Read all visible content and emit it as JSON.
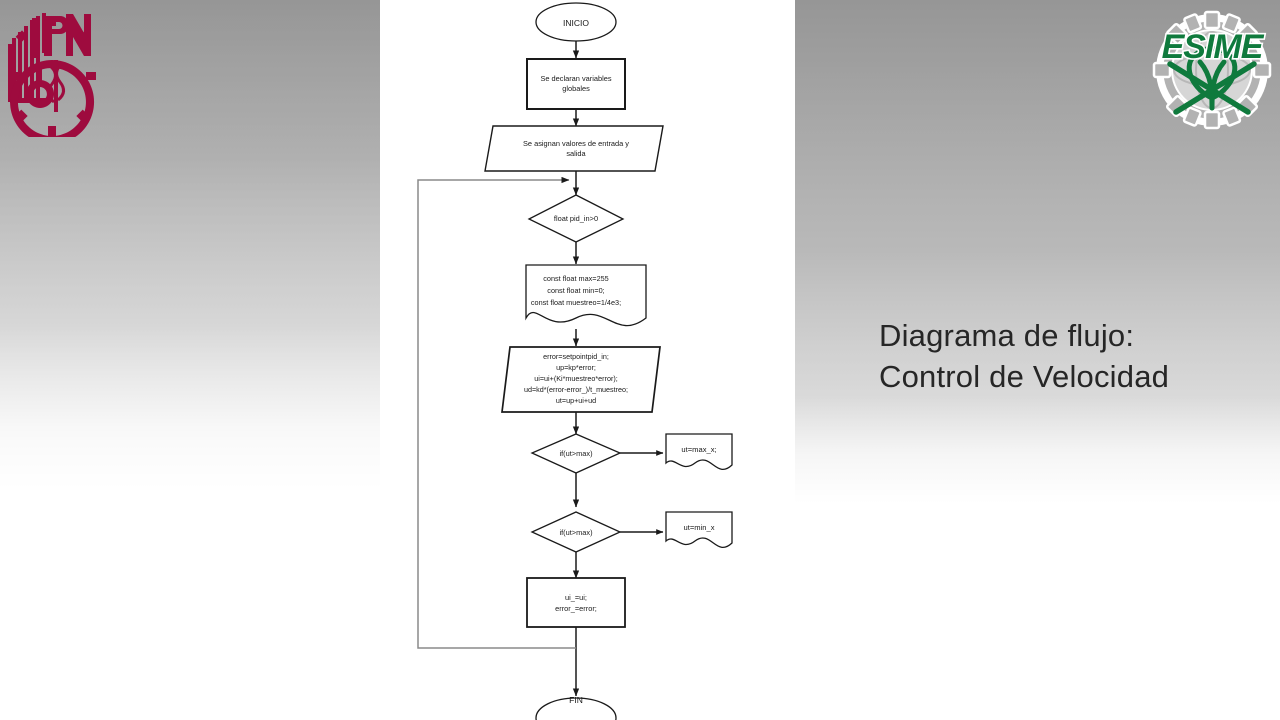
{
  "slide": {
    "title_lines": "Diagrama de flujo:\nControl de Velocidad",
    "background": {
      "top_color": "#969696",
      "bottom_color": "#ffffff",
      "panel_color": "#ffffff"
    }
  },
  "logos": {
    "left": {
      "name": "ipn-logo",
      "alt": "IPN",
      "letters": "IPN",
      "color": "#9e0b3e"
    },
    "right": {
      "name": "esime-logo",
      "alt": "ESIME",
      "letters": "ESIME",
      "color": "#0f7a3d",
      "gear_color": "#b0b0b0"
    }
  },
  "chart_data": {
    "type": "diagram",
    "diagram_kind": "flowchart",
    "title": "Diagrama de flujo: Control de Velocidad",
    "nodes": [
      {
        "id": "n1",
        "shape": "ellipse",
        "text": "INICIO"
      },
      {
        "id": "n2",
        "shape": "process",
        "text": "Se declaran variables\nglobales"
      },
      {
        "id": "n3",
        "shape": "parallelogram",
        "text": "Se asignan valores de entrada y\nsalida"
      },
      {
        "id": "n4",
        "shape": "decision",
        "text": "float pid_in>0"
      },
      {
        "id": "n5",
        "shape": "document",
        "text": "const float max=255\nconst float min=0;\nconst float muestreo=1/4e3;"
      },
      {
        "id": "n6",
        "shape": "parallelogram",
        "text": "error=setpointpid_in;\nup=kp*error;\nui=ui+(Ki*muestreo*error);\nud=kd*(error-error_)/t_muestreo;\nut=up+ui+ud"
      },
      {
        "id": "n7",
        "shape": "decision",
        "text": "if(ut>max)"
      },
      {
        "id": "n8",
        "shape": "document",
        "text": "ut=max_x;"
      },
      {
        "id": "n9",
        "shape": "decision",
        "text": "if(ut>max)"
      },
      {
        "id": "n10",
        "shape": "document",
        "text": "ut=min_x"
      },
      {
        "id": "n11",
        "shape": "process",
        "text": "ui_=ui;\nerror_=error;"
      },
      {
        "id": "n12",
        "shape": "ellipse",
        "text": "FIN"
      }
    ],
    "edges": [
      {
        "from": "n1",
        "to": "n2",
        "kind": "arrow"
      },
      {
        "from": "n2",
        "to": "n3",
        "kind": "arrow"
      },
      {
        "from": "n3",
        "to": "n4",
        "kind": "arrow"
      },
      {
        "from": "n4",
        "to": "n5",
        "kind": "arrow"
      },
      {
        "from": "n5",
        "to": "n6",
        "kind": "arrow"
      },
      {
        "from": "n6",
        "to": "n7",
        "kind": "arrow"
      },
      {
        "from": "n7",
        "to": "n8",
        "kind": "arrow-right"
      },
      {
        "from": "n7",
        "to": "n9",
        "kind": "arrow"
      },
      {
        "from": "n9",
        "to": "n10",
        "kind": "arrow-right"
      },
      {
        "from": "n9",
        "to": "n11",
        "kind": "arrow"
      },
      {
        "from": "n11",
        "to": "n12",
        "kind": "arrow"
      },
      {
        "from": "n11",
        "to": "n4",
        "kind": "loop-back-left"
      }
    ],
    "stroke_color": "#1a1a1a",
    "fill_color": "#ffffff",
    "text_color": "#1a1a1a"
  }
}
